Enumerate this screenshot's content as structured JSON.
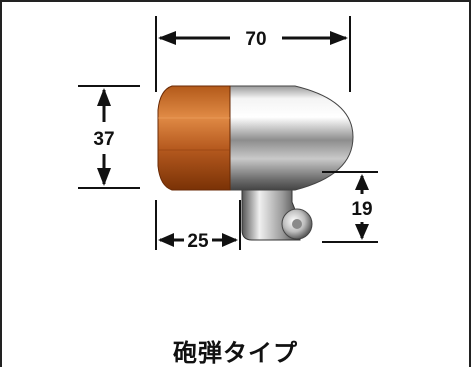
{
  "dimensions": {
    "overall_length": "70",
    "body_height": "37",
    "mount_offset": "25",
    "mount_height": "19"
  },
  "caption": "砲弾タイプ",
  "colors": {
    "lens_amber": "#c8641e",
    "chrome": "#d8d8d8",
    "dimension_ink": "#111111"
  }
}
